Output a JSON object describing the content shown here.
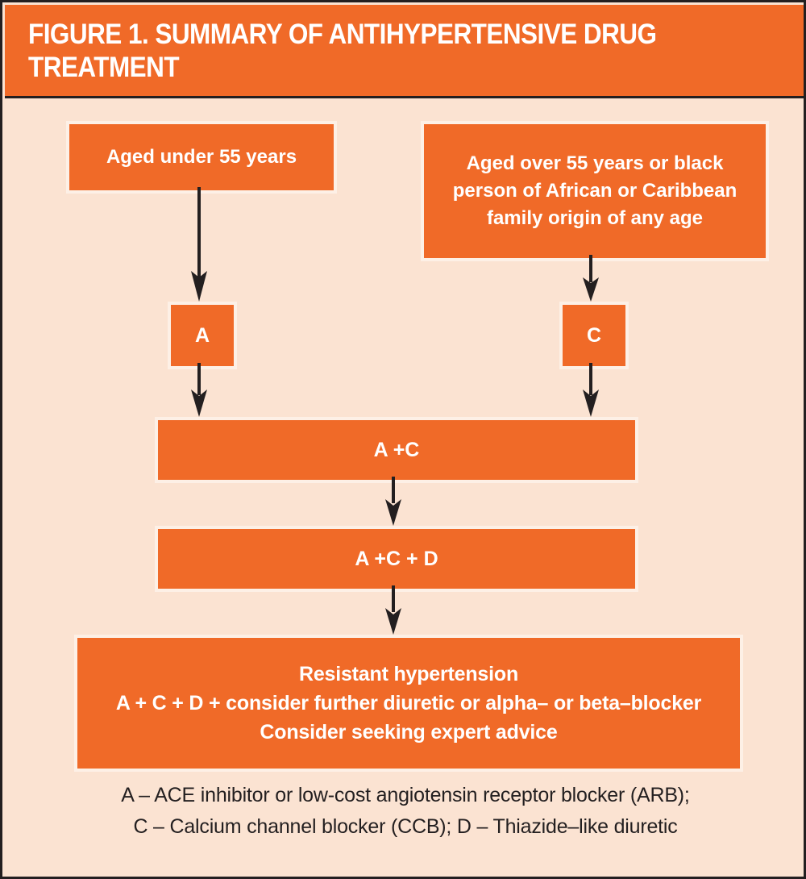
{
  "figure": {
    "title": "Figure 1. Summary of antihypertensive drug treatment",
    "colors": {
      "orange": "#F06A28",
      "cream": "#FBE3D2",
      "box_border": "#FDF0E6",
      "text_dark": "#231F20",
      "text_light": "#FFFFFF",
      "arrow": "#231F20"
    }
  },
  "flowchart": {
    "type": "flowchart",
    "nodes": [
      {
        "id": "under55",
        "label": "Aged under 55 years"
      },
      {
        "id": "over55",
        "label": "Aged over 55 years or black person of African or Caribbean family origin of any age"
      },
      {
        "id": "a",
        "label": "A"
      },
      {
        "id": "c",
        "label": "C"
      },
      {
        "id": "ac",
        "label": "A +C"
      },
      {
        "id": "acd",
        "label": "A +C + D"
      },
      {
        "id": "resistant",
        "label": "Resistant hypertension\nA + C + D + consider further diuretic or alpha– or beta–blocker\nConsider seeking expert advice"
      }
    ],
    "edges": [
      {
        "id": "under55-a",
        "from": "under55",
        "to": "a",
        "arrow": "down-arrow-icon"
      },
      {
        "id": "over55-c",
        "from": "over55",
        "to": "c",
        "arrow": "down-arrow-icon"
      },
      {
        "id": "a-ac",
        "from": "a",
        "to": "ac",
        "arrow": "down-arrow-icon"
      },
      {
        "id": "c-ac",
        "from": "c",
        "to": "ac",
        "arrow": "down-arrow-icon"
      },
      {
        "id": "ac-acd",
        "from": "ac",
        "to": "acd",
        "arrow": "down-arrow-icon"
      },
      {
        "id": "acd-res",
        "from": "acd",
        "to": "resistant",
        "arrow": "down-arrow-icon"
      }
    ]
  },
  "footnote": {
    "text": "A – ACE inhibitor or low-cost angiotensin receptor blocker (ARB);\nC – Calcium channel blocker (CCB); D – Thiazide–like diuretic"
  }
}
